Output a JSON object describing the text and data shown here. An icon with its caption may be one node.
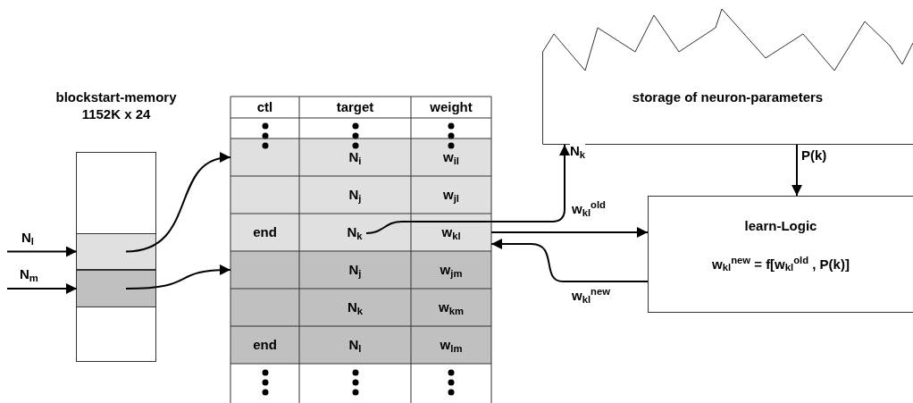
{
  "diagram": {
    "nodes": [
      {
        "text": [
          "blockstart-memory 1152K x 24"
        ]
      },
      {
        "text": [],
        "shape": "bar",
        "in": 0
      },
      {
        "text": [],
        "shape": "bar",
        "in": 0
      },
      {
        "text": [
          "N$_{i}$",
          "w$_{il}$"
        ]
      },
      {
        "text": [
          "N$_{j}$",
          "w$_{jl}$"
        ]
      },
      {
        "text": [
          "end",
          "w$_{kl}$"
        ]
      },
      {
        "text": [
          "N$_{k}$"
        ],
        "in": 5
      },
      {
        "text": [
          "N$_{j}$",
          "w$_{jm}$"
        ]
      },
      {
        "text": [
          "N$_{k}$",
          "w$_{km}$"
        ]
      },
      {
        "text": [
          "end",
          "N$_{l}$",
          "w$_{lm}$"
        ]
      },
      {
        "text": [
          "storage of neuron-parameters"
        ]
      },
      {
        "text": [
          "learn-Logic",
          "w$_{kl}$$^{new}$ = f[w$_{kl}$$^{old}$ , P(k)]"
        ]
      }
    ],
    "edges": [
      {
        "from": null,
        "to": 1,
        "arrow": "to",
        "label": "N$_{l}$"
      },
      {
        "from": null,
        "to": 2,
        "arrow": "to",
        "label": "N$_{m}$"
      },
      {
        "from": 1,
        "to": 3,
        "arrow": "to"
      },
      {
        "from": 2,
        "to": 7,
        "arrow": "to"
      },
      {
        "from": 6,
        "to": 10,
        "arrow": "to",
        "label": "N$_{k}$"
      },
      {
        "from": 10,
        "to": 11,
        "arrow": "to",
        "label": "P(k)"
      },
      {
        "from": 5,
        "to": 11,
        "arrow": "to",
        "label": "w$_{kl}$$^{old}$"
      },
      {
        "from": 11,
        "to": 5,
        "arrow": "to",
        "label": "w$_{kl}$$^{new}$"
      }
    ],
    "labels": [
      "ctl",
      "target",
      "weight"
    ]
  }
}
